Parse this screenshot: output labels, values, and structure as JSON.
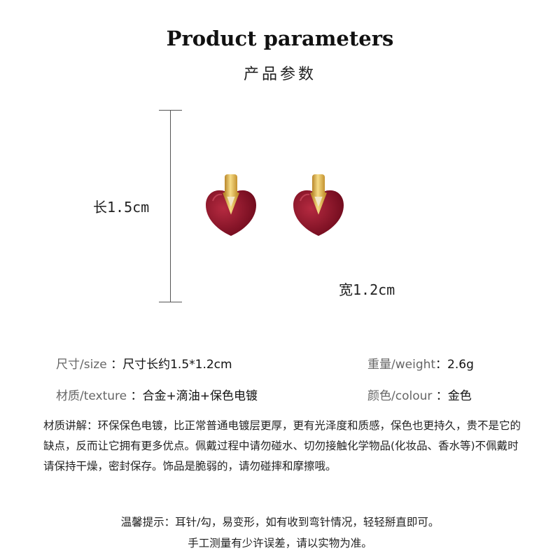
{
  "header": {
    "title": "Product parameters",
    "subtitle": "产品参数"
  },
  "dimensions": {
    "length_label": "长1.5cm",
    "width_label": "宽1.2cm"
  },
  "product_colors": {
    "enamel": "#8c1027",
    "gold": "#e7bc4e"
  },
  "specs": {
    "size": {
      "key": "尺寸/size",
      "value": " ：尺寸长约1.5*1.2cm"
    },
    "weight": {
      "key": "重量/weight",
      "value": "：2.6g"
    },
    "texture": {
      "key": "材质/texture",
      "value": " ：合金+滴油+保色电镀"
    },
    "colour": {
      "key": "颜色/colour",
      "value": " ：金色"
    }
  },
  "description": "材质讲解：环保保色电镀，比正常普通电镀层更厚，更有光泽度和质感，保色也更持久，贵不是它的缺点，反而让它拥有更多优点。佩戴过程中请勿碰水、切勿接触化学物品(化妆品、香水等)不佩戴时请保持干燥，密封保存。饰品是脆弱的，请勿碰摔和摩擦哦。",
  "tips": {
    "line1": "温馨提示：耳针/勾，易变形，如有收到弯针情况，轻轻掰直即可。",
    "line2": "手工测量有少许误差，请以实物为准。"
  }
}
